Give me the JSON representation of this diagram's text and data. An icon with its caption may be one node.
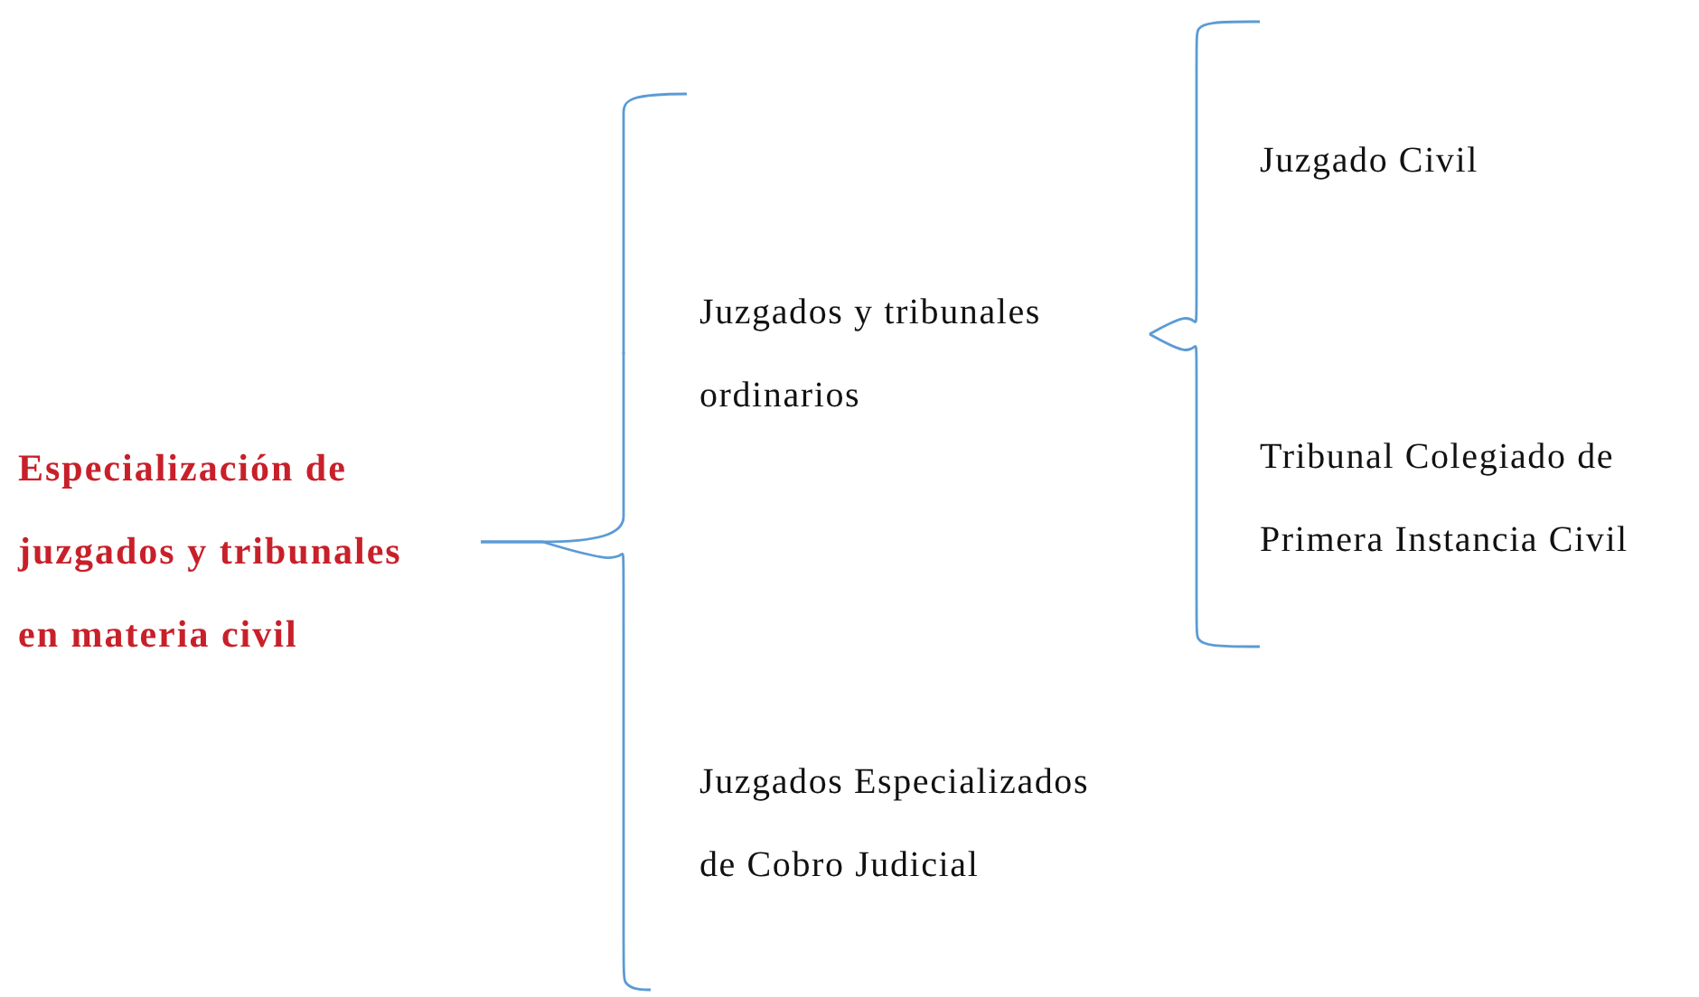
{
  "diagram": {
    "nodes": [
      {
        "text": [
          "Especialización de juzgados y tribunales en materia civil"
        ]
      },
      {
        "text": [
          "Juzgados y tribunales ordinarios"
        ]
      },
      {
        "text": [
          "Juzgado Civil"
        ]
      },
      {
        "text": [
          "Tribunal Colegiado de Primera Instancia Civil"
        ]
      },
      {
        "text": [
          "Juzgados Especializados de Cobro Judicial"
        ]
      }
    ],
    "edges": [
      {
        "from": 0,
        "to": 1,
        "arrow": "none"
      },
      {
        "from": 0,
        "to": 4,
        "arrow": "none"
      },
      {
        "from": 1,
        "to": 2,
        "arrow": "none"
      },
      {
        "from": 1,
        "to": 3,
        "arrow": "none"
      }
    ]
  }
}
